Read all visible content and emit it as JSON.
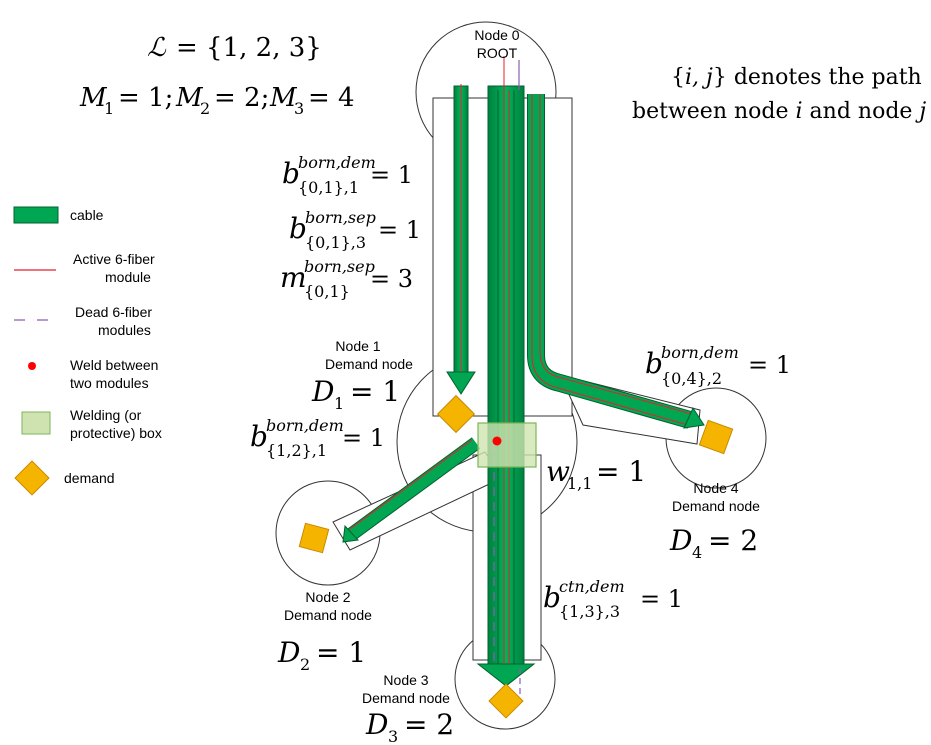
{
  "header": {
    "set_L_lhs": "ℒ",
    "set_L_rhs": "= {1, 2, 3}",
    "M": [
      {
        "sym": "M",
        "sub": "1",
        "eq": "= 1;"
      },
      {
        "sym": "M",
        "sub": "2",
        "eq": "= 2;"
      },
      {
        "sym": "M",
        "sub": "3",
        "eq": "= 4"
      }
    ],
    "path_note_line1_a": "{",
    "path_note_line1_i": "i, j",
    "path_note_line1_b": "} denotes the path",
    "path_note_line2_a": "between node ",
    "path_note_line2_i": "i",
    "path_note_line2_b": " and node ",
    "path_note_line2_j": "j"
  },
  "legend": {
    "items": [
      {
        "key": "cable",
        "label_lines": [
          "cable"
        ]
      },
      {
        "key": "active",
        "label_lines": [
          "Active 6-fiber",
          "module"
        ]
      },
      {
        "key": "dead",
        "label_lines": [
          "Dead 6-fiber",
          "modules"
        ]
      },
      {
        "key": "weld",
        "label_lines": [
          "Weld between",
          "two modules"
        ]
      },
      {
        "key": "box",
        "label_lines": [
          "Welding (or",
          "protective) box"
        ]
      },
      {
        "key": "demand",
        "label_lines": [
          "demand"
        ]
      }
    ],
    "colors": {
      "cable": "#00a651",
      "cable_dark": "#00703a",
      "active": "#e4222c",
      "dead": "#8a5cb8",
      "weld": "#ff0000",
      "box_fill": "#cfe3b0",
      "box_stroke": "#7cb55a",
      "demand": "#f5b400",
      "demand_stroke": "#c98a00"
    }
  },
  "nodes": [
    {
      "id": "n0",
      "title": "Node 0",
      "subtitle": "ROOT"
    },
    {
      "id": "n1",
      "title": "Node 1",
      "subtitle": "Demand node",
      "D": {
        "sym": "D",
        "sub": "1",
        "eq": "= 1"
      }
    },
    {
      "id": "n2",
      "title": "Node 2",
      "subtitle": "Demand node",
      "D": {
        "sym": "D",
        "sub": "2",
        "eq": "= 1"
      }
    },
    {
      "id": "n3",
      "title": "Node 3",
      "subtitle": "Demand node",
      "D": {
        "sym": "D",
        "sub": "3",
        "eq": "= 2"
      }
    },
    {
      "id": "n4",
      "title": "Node 4",
      "subtitle": "Demand node",
      "D": {
        "sym": "D",
        "sub": "4",
        "eq": "= 2"
      }
    }
  ],
  "variables": {
    "b01_dem": {
      "base": "b",
      "sup": "born,dem",
      "sub": "{0,1},1",
      "eq": "= 1"
    },
    "b01_sep": {
      "base": "b",
      "sup": "born,sep",
      "sub": "{0,1},3",
      "eq": "= 1"
    },
    "m01_sep": {
      "base": "m",
      "sup": "born,sep",
      "sub": "{0,1}",
      "eq": "= 3"
    },
    "b04_dem": {
      "base": "b",
      "sup": "born,dem",
      "sub": "{0,4},2",
      "eq": "= 1"
    },
    "b12_dem": {
      "base": "b",
      "sup": "born,dem",
      "sub": "{1,2},1",
      "eq": "= 1"
    },
    "w11": {
      "base": "w",
      "sub": "1,1",
      "eq": "= 1"
    },
    "b13_ctn": {
      "base": "b",
      "sup": "ctn,dem",
      "sub": "{1,3},3",
      "eq": "= 1"
    }
  }
}
